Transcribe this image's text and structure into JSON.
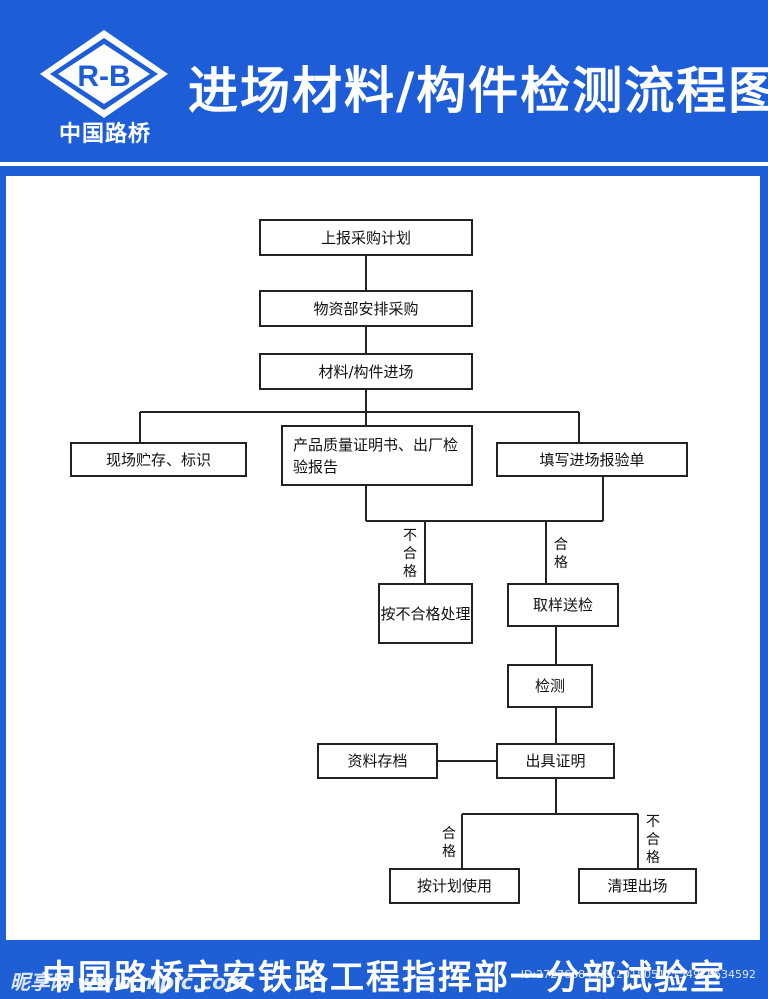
{
  "header": {
    "logo_text": "R-B",
    "logo_caption": "中国路桥",
    "title": "进场材料/构件检测流程图"
  },
  "flow": {
    "step1": "上报采购计划",
    "step2": "物资部安排采购",
    "step3": "材料/构件进场",
    "storage": "现场贮存、标识",
    "certificate": "产品质量证明书、出厂检验报告",
    "report_form": "填写进场报验单",
    "reject_label": "不合格",
    "pass_label": "合格",
    "reject_handle": "按不合格处理",
    "sampling": "取样送检",
    "testing": "检测",
    "issue_cert": "出具证明",
    "archive": "资料存档",
    "pass_label2": "合格",
    "reject_label2": "不合格",
    "use_plan": "按计划使用",
    "clear_out": "清理出场"
  },
  "footer": {
    "text": "中国路桥宁安铁路工程指挥部一分部试验室",
    "watermark_left": "昵享网 www.nipic.com",
    "watermark_right": "ID:27276684 NO:20150512154916634592"
  },
  "colors": {
    "brand_blue": "#1f5fd6",
    "panel": "#ffffff",
    "line": "#222222"
  }
}
